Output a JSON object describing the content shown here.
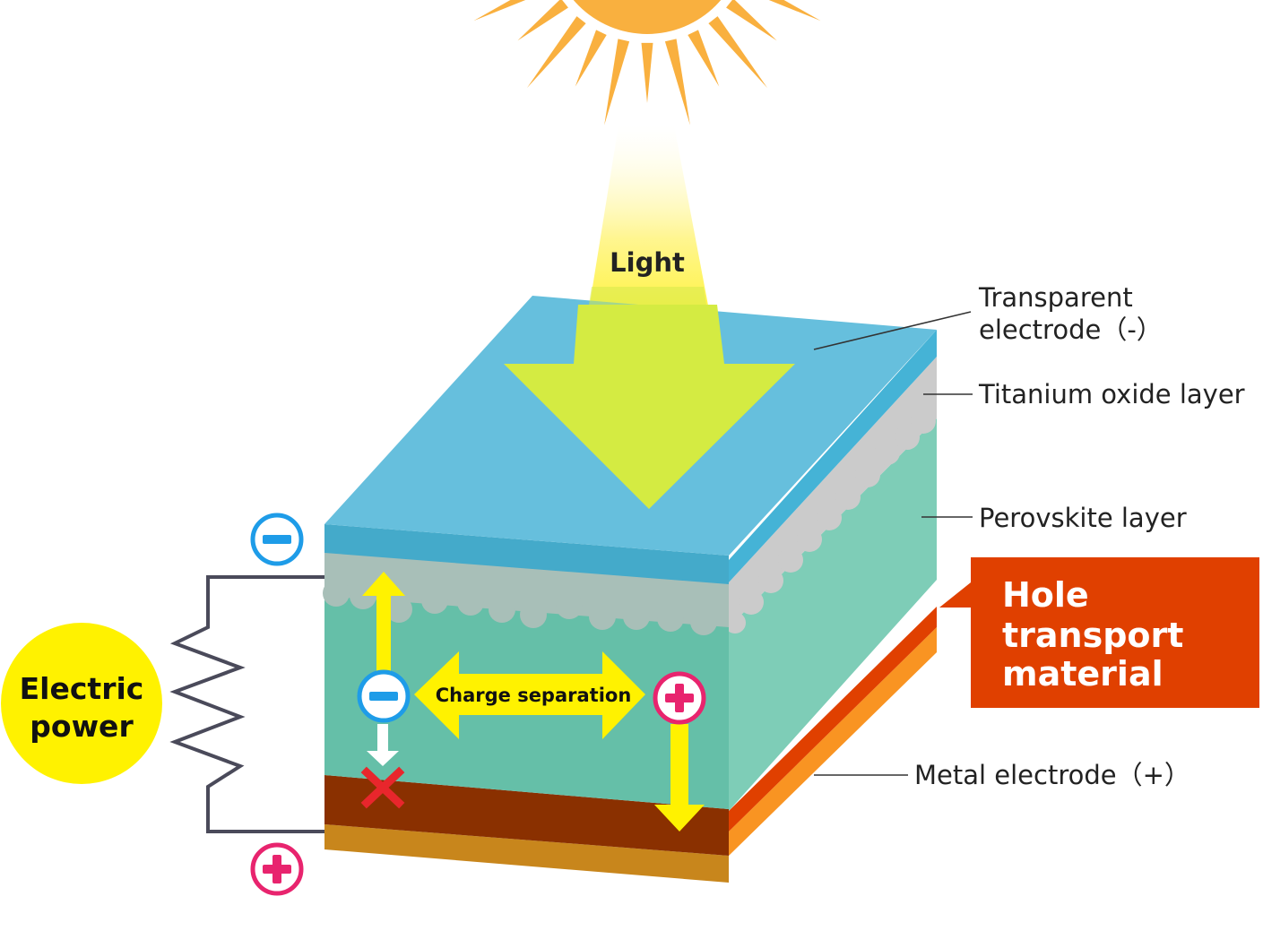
{
  "light_label": "Light",
  "layers": {
    "transparent_electrode_line1": "Transparent",
    "transparent_electrode_line2": "electrode（-）",
    "titanium_oxide": "Titanium oxide layer",
    "perovskite": "Perovskite layer",
    "hole_transport_line1": "Hole",
    "hole_transport_line2": "transport",
    "hole_transport_line3": "material",
    "metal_electrode": "Metal electrode（+）"
  },
  "charge_separation": "Charge separation",
  "electric_power_line1": "Electric",
  "electric_power_line2": "power",
  "colors": {
    "sun": "#F9B03F",
    "top_electrode": "#66BFDD",
    "perovskite": "#65BFA8",
    "hole_transport": "#E04000",
    "metal": "#C8861C",
    "arrow_yellow": "#FFF200",
    "minus_blue": "#1E9CE8",
    "plus_pink": "#E8246E",
    "power_circle": "#FFF200"
  }
}
